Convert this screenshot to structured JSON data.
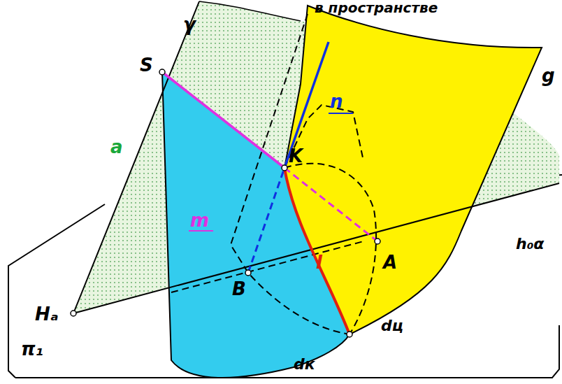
{
  "diagram": {
    "labels": [
      "в пространстве",
      "γ",
      "S",
      "g",
      "n",
      "a",
      "m",
      "K",
      "h₀α",
      "l",
      "A",
      "B",
      "Hₐ",
      "dц",
      "π₁",
      "dк"
    ]
  }
}
